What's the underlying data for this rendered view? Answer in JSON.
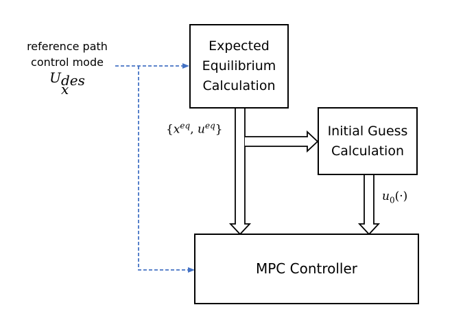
{
  "blocks": {
    "expected_equilibrium": [
      "Expected",
      "Equilibrium",
      "Calculation"
    ],
    "initial_guess": [
      "Initial Guess",
      "Calculation"
    ],
    "mpc_controller": "MPC Controller"
  },
  "inputs": {
    "line1": "reference path",
    "line2": "control mode",
    "ux_base": "U",
    "ux_sup": "des",
    "ux_sub": "x"
  },
  "signals": {
    "eq_open": "{",
    "eq_x": "x",
    "eq_u": "u",
    "eq_sup": "eq",
    "eq_comma": ", ",
    "eq_close": "}",
    "u0_base": "u",
    "u0_sub": "0",
    "u0_arg": "(·)"
  },
  "colors": {
    "dashed_arrow": "#4472C4",
    "block_arrow": "#000000"
  }
}
